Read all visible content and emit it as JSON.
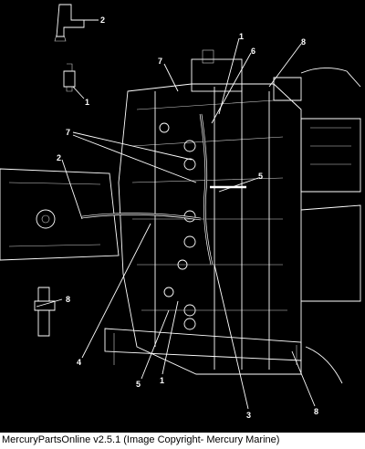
{
  "caption": "MercuryPartsOnline v2.5.1 (Image Copyright- Mercury Marine)",
  "callouts": {
    "c2_top": "2",
    "c1_top": "1",
    "c7_top": "7",
    "c6_top": "6",
    "c8_top": "8",
    "c7_left": "7",
    "c2_left": "2",
    "c5_right": "5",
    "c8_left": "8",
    "c4": "4",
    "c5_bottom": "5",
    "c1_bottom": "1",
    "c3": "3",
    "c8_bottom": "8"
  }
}
